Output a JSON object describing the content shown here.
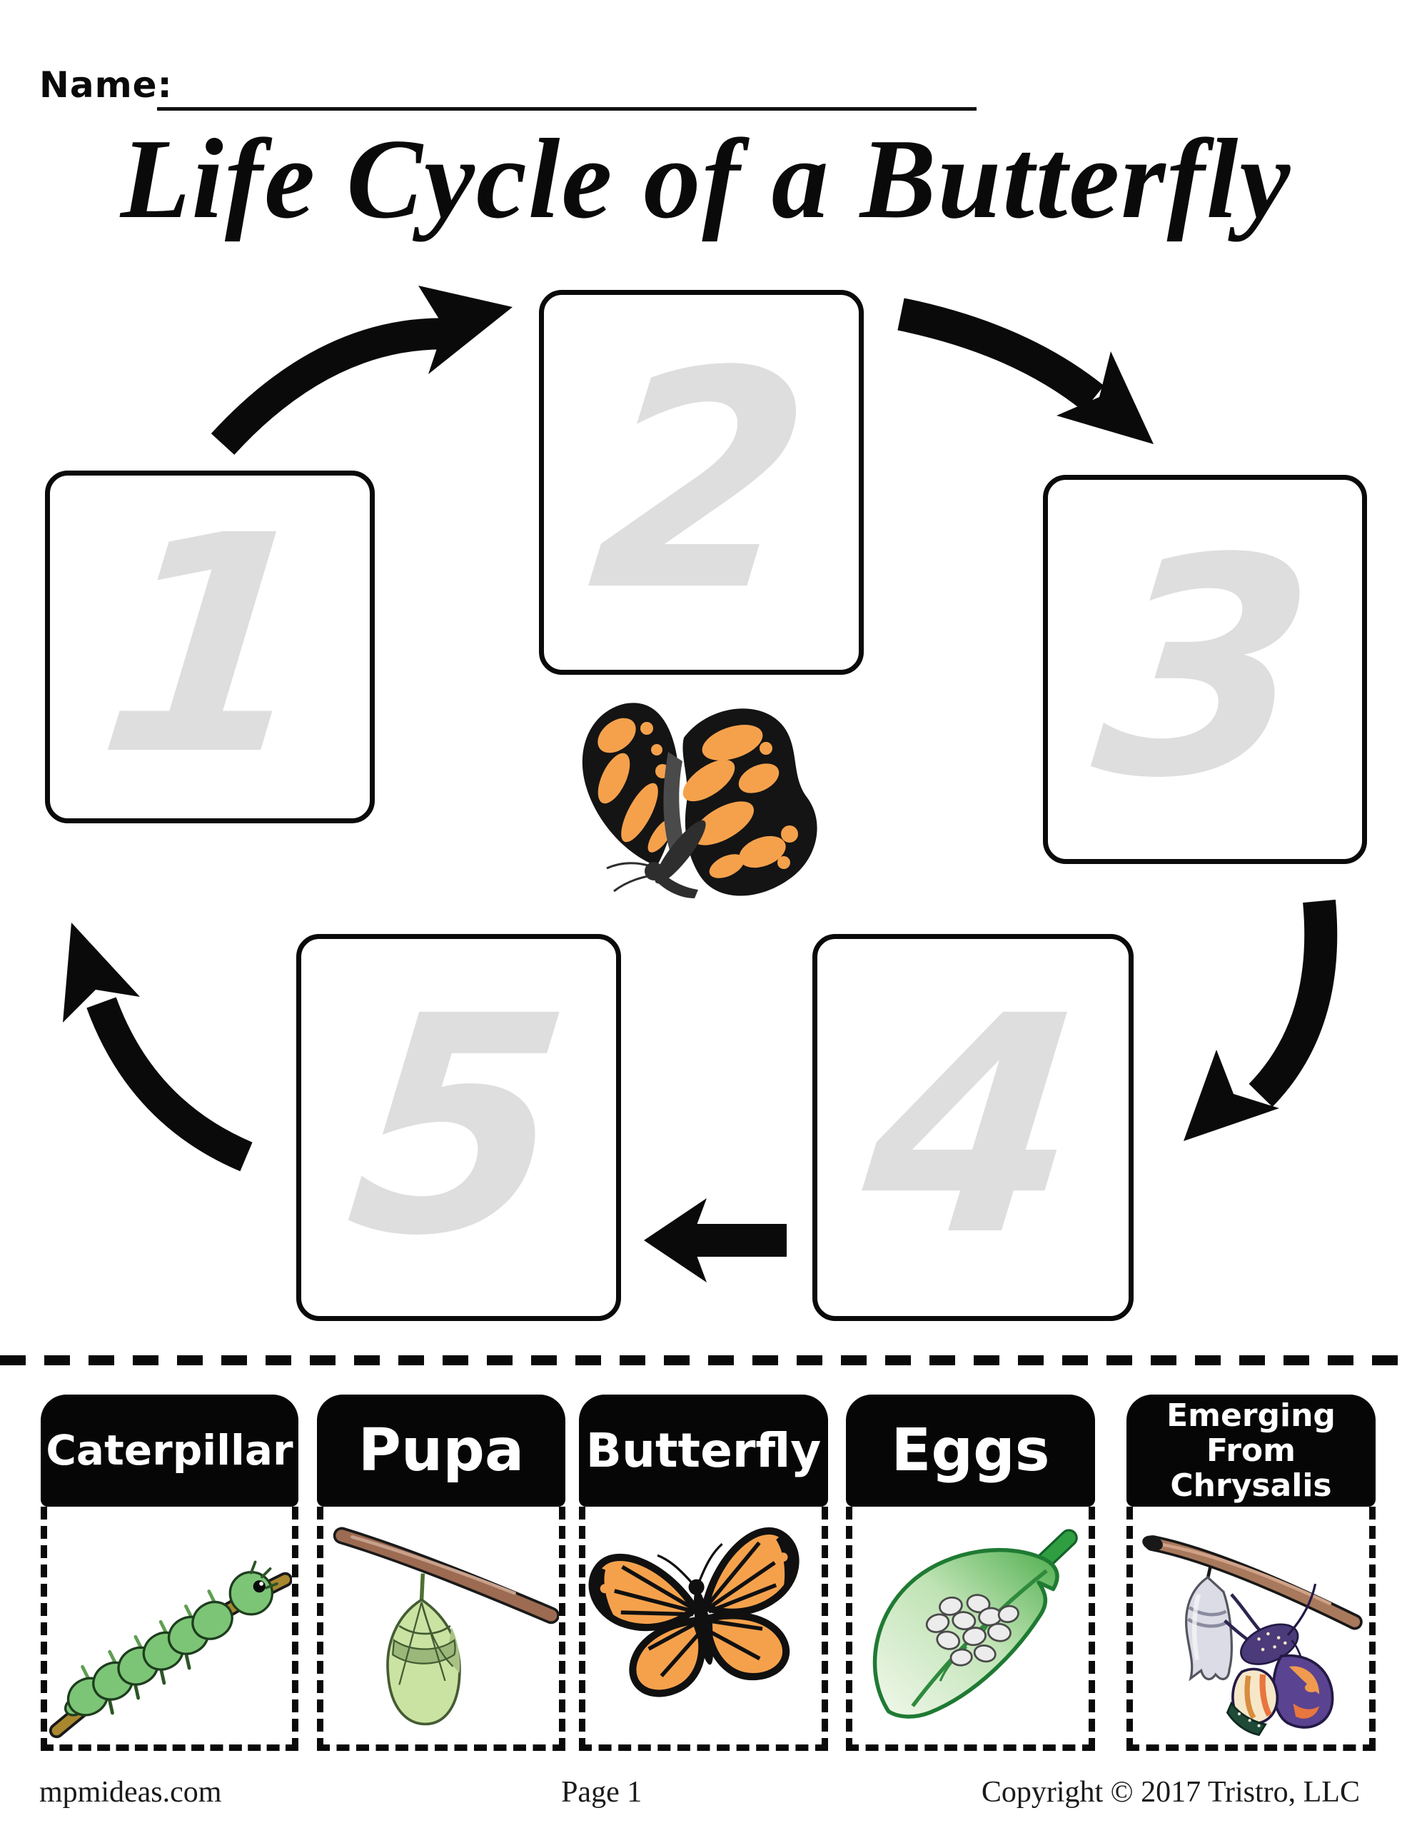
{
  "page": {
    "name_label": "Name:",
    "title": "Life Cycle of a Butterfly"
  },
  "cycle": {
    "cards": [
      {
        "number": "1"
      },
      {
        "number": "2"
      },
      {
        "number": "3"
      },
      {
        "number": "4"
      },
      {
        "number": "5"
      }
    ],
    "arrows": [
      {
        "name": "arrow-1-to-2"
      },
      {
        "name": "arrow-2-to-3"
      },
      {
        "name": "arrow-3-to-4"
      },
      {
        "name": "arrow-4-to-5"
      },
      {
        "name": "arrow-5-to-1"
      }
    ],
    "center_image": "monarch-butterfly"
  },
  "cut_cards": [
    {
      "label": "Caterpillar",
      "illustration": "caterpillar"
    },
    {
      "label": "Pupa",
      "illustration": "pupa"
    },
    {
      "label": "Butterfly",
      "illustration": "butterfly"
    },
    {
      "label": "Eggs",
      "illustration": "eggs"
    },
    {
      "label": "Emerging From Chrysalis",
      "label_line1": "Emerging",
      "label_line2": "From Chrysalis",
      "illustration": "emerging-from-chrysalis"
    }
  ],
  "footer": {
    "left": "mpmideas.com",
    "center": "Page 1",
    "right": "Copyright © 2017 Tristro, LLC"
  },
  "colors": {
    "ink": "#0a0a0a",
    "number_gray": "#dedede",
    "header_black": "#060606",
    "butterfly_orange": "#f5a14c",
    "caterpillar_green": "#7cc576",
    "branch_gold": "#a8872f",
    "branch_brown": "#9c6b52",
    "pupa_green": "#cbe3a2",
    "leaf_green": "#4fae4e",
    "egg_white": "#ececec",
    "chrysalis_gray": "#dcdce6",
    "emerge_purple": "#4b3b7a",
    "emerge_orange": "#f09a4f",
    "emerge_cream": "#f6e7c8"
  }
}
